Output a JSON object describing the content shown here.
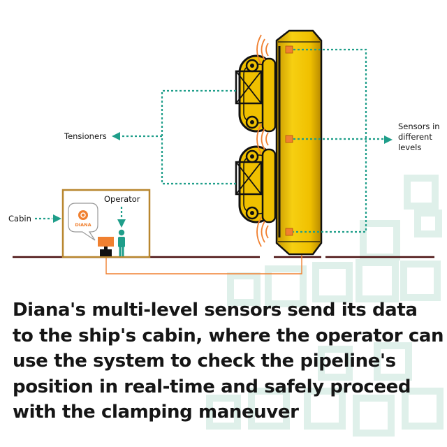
{
  "labels": {
    "tensioners": "Tensioners",
    "sensors_line1": "Sensors in",
    "sensors_line2": "different",
    "sensors_line3": "levels",
    "operator": "Operator",
    "cabin": "Cabin",
    "logo_text": "DIANA"
  },
  "caption": {
    "lines": [
      "Diana's multi-level sensors send its data",
      "to the ship's cabin, where the operator can",
      "use the system to check the pipeline's",
      "position in real-time and safely proceed",
      "with the clamping maneuver"
    ]
  },
  "colors": {
    "teal": "#1f9e8a",
    "orange": "#f08030",
    "yellow": "#f0c000",
    "deck": "#4a1010",
    "cabin_border": "#b8862e",
    "watermark": "#dff0ea",
    "caption_text": "#151515"
  }
}
